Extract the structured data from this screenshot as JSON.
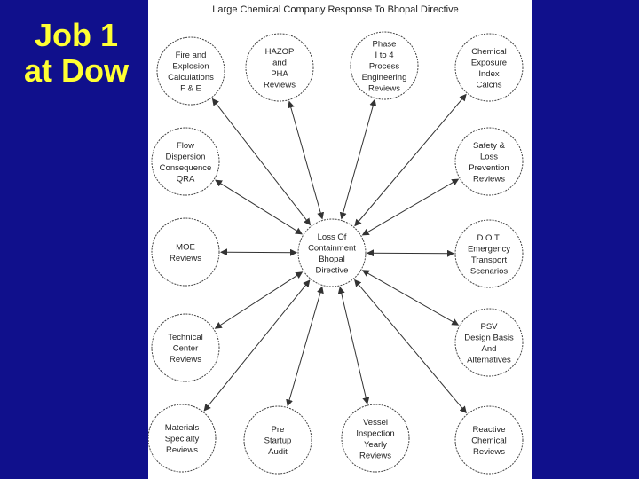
{
  "slide": {
    "title_line1": "Job 1",
    "title_line2": "at Dow"
  },
  "colors": {
    "background": "#10108c",
    "title": "#ffff33",
    "panel": "#ffffff",
    "ink": "#333333"
  },
  "diagram": {
    "title": "Large Chemical Company Response To Bhopal Directive",
    "center": {
      "id": "loss-of-containment",
      "lines": [
        "Loss Of",
        "Containment",
        "Bhopal",
        "Directive"
      ]
    },
    "nodes": [
      {
        "id": "fire-explosion",
        "lines": [
          "Fire and",
          "Explosion",
          "Calculations",
          "F & E"
        ]
      },
      {
        "id": "hazop-pha",
        "lines": [
          "HAZOP",
          "and",
          "PHA",
          "Reviews"
        ]
      },
      {
        "id": "phase-1-4",
        "lines": [
          "Phase",
          "I to 4",
          "Process",
          "Engineering",
          "Reviews"
        ]
      },
      {
        "id": "chemical-exposure",
        "lines": [
          "Chemical",
          "Exposure",
          "Index",
          "Calcns"
        ]
      },
      {
        "id": "flow-dispersion",
        "lines": [
          "Flow",
          "Dispersion",
          "Consequence",
          "QRA"
        ]
      },
      {
        "id": "safety-loss",
        "lines": [
          "Safety &",
          "Loss",
          "Prevention",
          "Reviews"
        ]
      },
      {
        "id": "moe-reviews",
        "lines": [
          "MOE",
          "Reviews"
        ]
      },
      {
        "id": "dot-emergency",
        "lines": [
          "D.O.T.",
          "Emergency",
          "Transport",
          "Scenarios"
        ]
      },
      {
        "id": "technical-center",
        "lines": [
          "Technical",
          "Center",
          "Reviews"
        ]
      },
      {
        "id": "psv-design",
        "lines": [
          "PSV",
          "Design Basis",
          "And",
          "Alternatives"
        ]
      },
      {
        "id": "materials-specialty",
        "lines": [
          "Materials",
          "Specialty",
          "Reviews"
        ]
      },
      {
        "id": "pre-startup",
        "lines": [
          "Pre",
          "Startup",
          "Audit"
        ]
      },
      {
        "id": "vessel-inspection",
        "lines": [
          "Vessel",
          "Inspection",
          "Yearly",
          "Reviews"
        ]
      },
      {
        "id": "reactive-chemical",
        "lines": [
          "Reactive",
          "Chemical",
          "Reviews"
        ]
      }
    ]
  }
}
